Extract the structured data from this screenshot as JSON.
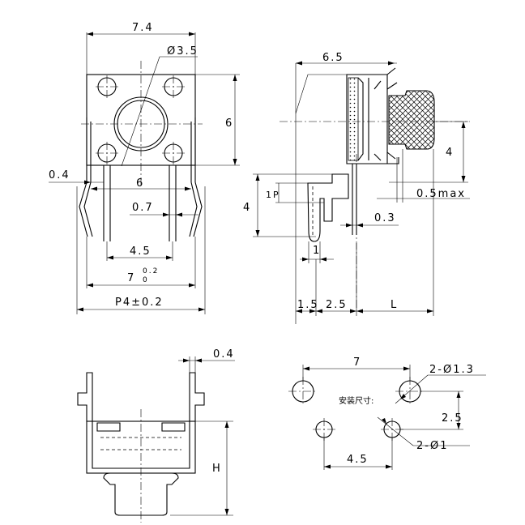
{
  "drawing": {
    "front_view": {
      "width_dim": "7.4",
      "actuator_dia": "Ø3.5",
      "height_dim": "6",
      "pin_thickness": "0.4",
      "pin_pitch": "6",
      "pin_width": "0.7",
      "lead_spacing": "4.5",
      "body_width": "7",
      "body_width_tol_upper": "0.2",
      "body_width_tol_lower": "0",
      "overall_width": "P4±0.2"
    },
    "side_view": {
      "overall_length": "6.5",
      "actuator_height": "4",
      "stroke_note": "0.5max",
      "pin_offset_small": "1P",
      "pin_height": "4",
      "pin_width": "0.3",
      "pin_gap": "1",
      "dim_a": "1.5",
      "dim_b": "2.5",
      "dim_c": "L"
    },
    "bottom_view": {
      "pin_thickness": "0.4",
      "height": "H"
    },
    "mounting": {
      "spacing_x": "7",
      "large_holes": "2-Ø1.3",
      "label": "安装尺寸:",
      "spacing_y": "2.5",
      "small_holes": "2-Ø1",
      "lead_spacing": "4.5"
    }
  }
}
